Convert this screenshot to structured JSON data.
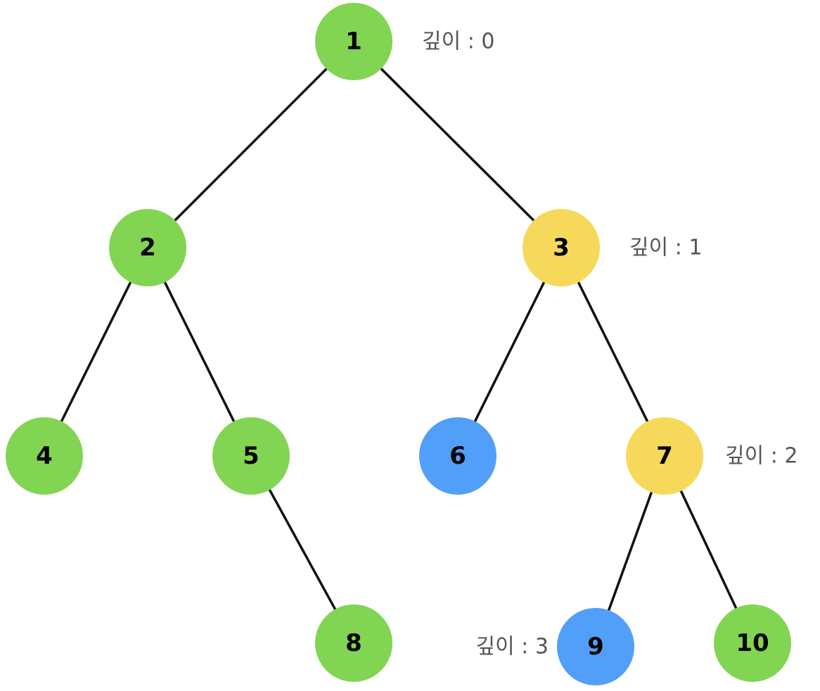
{
  "colors": {
    "green": "#82d553",
    "yellow": "#f6d95a",
    "blue": "#529ff9",
    "edge": "#111111",
    "depth_text": "#555555"
  },
  "nodes": [
    {
      "id": "1",
      "label": "1",
      "color": "green"
    },
    {
      "id": "2",
      "label": "2",
      "color": "green"
    },
    {
      "id": "3",
      "label": "3",
      "color": "yellow"
    },
    {
      "id": "4",
      "label": "4",
      "color": "green"
    },
    {
      "id": "5",
      "label": "5",
      "color": "green"
    },
    {
      "id": "6",
      "label": "6",
      "color": "blue"
    },
    {
      "id": "7",
      "label": "7",
      "color": "yellow"
    },
    {
      "id": "8",
      "label": "8",
      "color": "green"
    },
    {
      "id": "9",
      "label": "9",
      "color": "blue"
    },
    {
      "id": "10",
      "label": "10",
      "color": "green"
    }
  ],
  "edges": [
    [
      "1",
      "2"
    ],
    [
      "1",
      "3"
    ],
    [
      "2",
      "4"
    ],
    [
      "2",
      "5"
    ],
    [
      "3",
      "6"
    ],
    [
      "3",
      "7"
    ],
    [
      "5",
      "8"
    ],
    [
      "7",
      "9"
    ],
    [
      "7",
      "10"
    ]
  ],
  "depth_labels": [
    {
      "text": "깊이 : 0",
      "node": "1"
    },
    {
      "text": "깊이 : 1",
      "node": "3"
    },
    {
      "text": "깊이 : 2",
      "node": "7"
    },
    {
      "text": "깊이 : 3",
      "node": "9"
    }
  ]
}
